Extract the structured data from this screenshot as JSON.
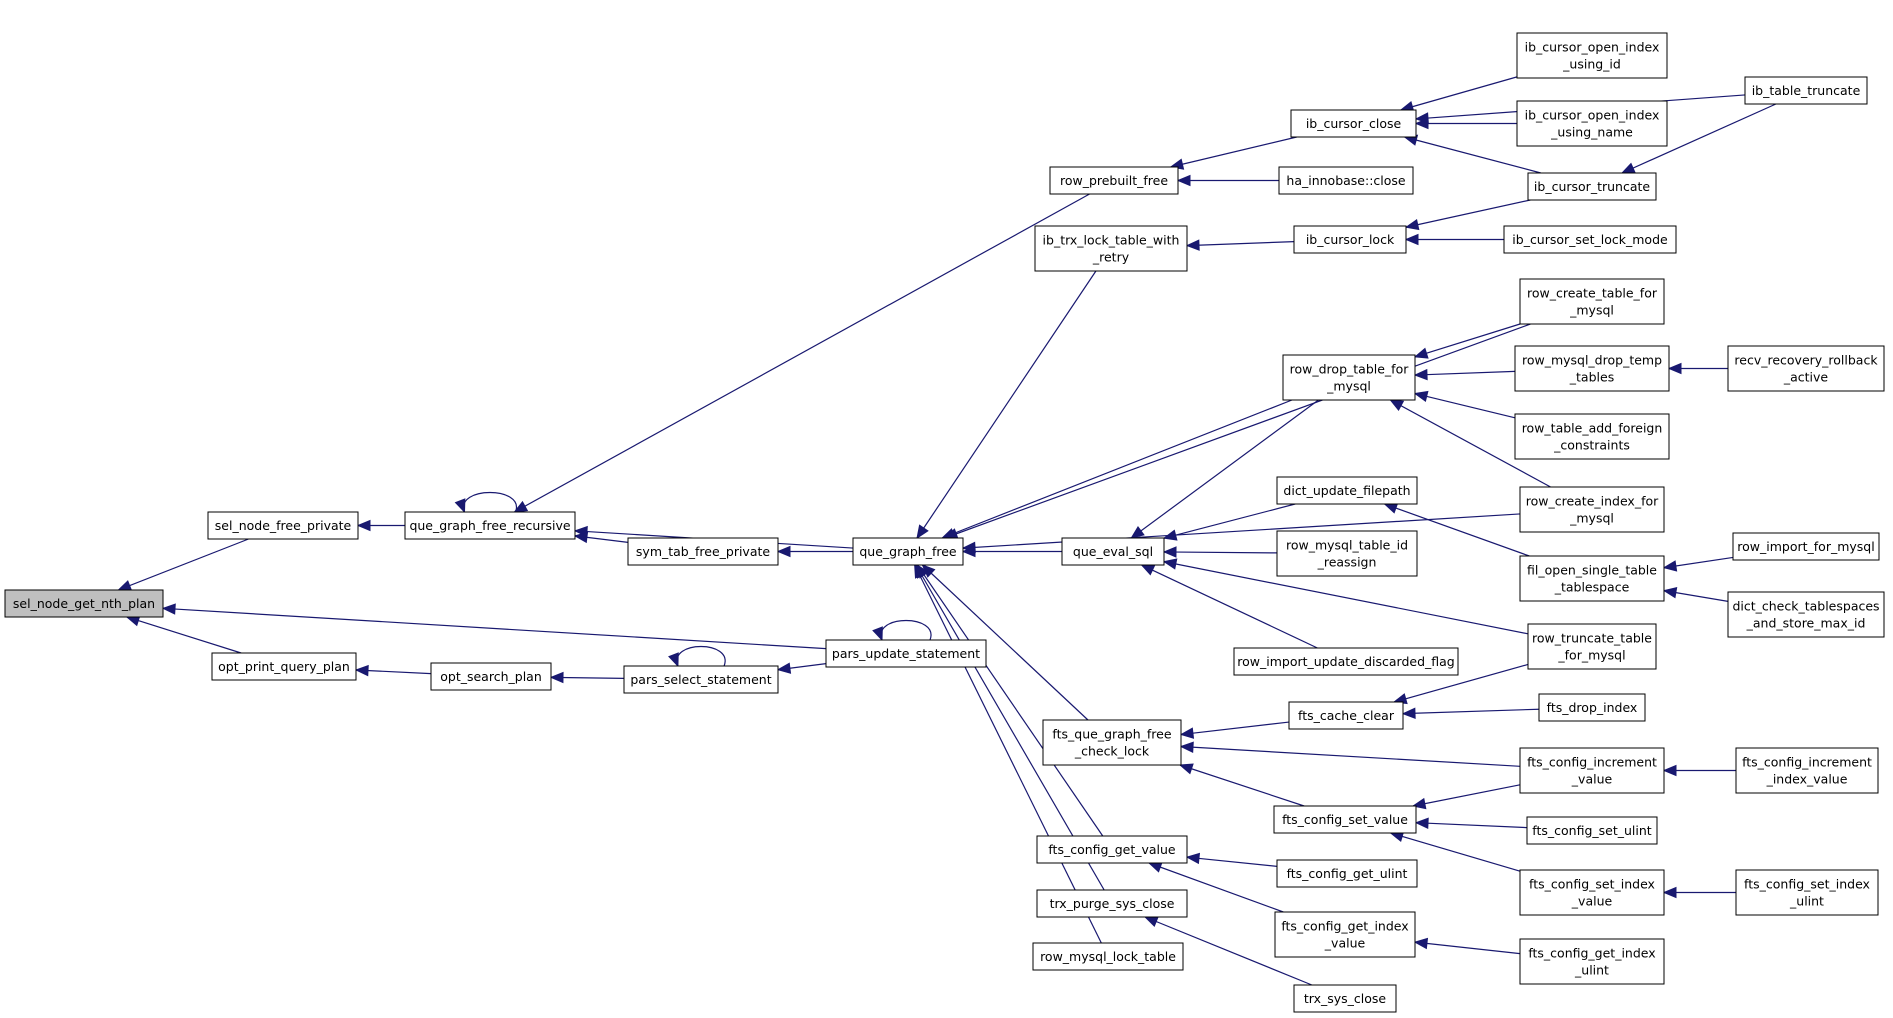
{
  "colors": {
    "edge": "#191970",
    "root_fill": "#bfbfbf",
    "node_fill": "#ffffff",
    "node_stroke": "#000000"
  },
  "root": "sel_node_get_nth_plan",
  "nodes": [
    {
      "id": "sel_node_get_nth_plan",
      "lines": [
        "sel_node_get_nth_plan"
      ]
    },
    {
      "id": "sel_node_free_private",
      "lines": [
        "sel_node_free_private"
      ]
    },
    {
      "id": "opt_print_query_plan",
      "lines": [
        "opt_print_query_plan"
      ]
    },
    {
      "id": "que_graph_free_recursive",
      "lines": [
        "que_graph_free_recursive"
      ]
    },
    {
      "id": "opt_search_plan",
      "lines": [
        "opt_search_plan"
      ]
    },
    {
      "id": "pars_select_statement",
      "lines": [
        "pars_select_statement"
      ]
    },
    {
      "id": "pars_update_statement",
      "lines": [
        "pars_update_statement"
      ]
    },
    {
      "id": "sym_tab_free_private",
      "lines": [
        "sym_tab_free_private"
      ]
    },
    {
      "id": "que_graph_free",
      "lines": [
        "que_graph_free"
      ]
    },
    {
      "id": "row_prebuilt_free",
      "lines": [
        "row_prebuilt_free"
      ]
    },
    {
      "id": "ib_trx_lock_table_with_retry",
      "lines": [
        "ib_trx_lock_table_with",
        "_retry"
      ]
    },
    {
      "id": "que_eval_sql",
      "lines": [
        "que_eval_sql"
      ]
    },
    {
      "id": "fts_que_graph_free_check_lock",
      "lines": [
        "fts_que_graph_free",
        "_check_lock"
      ]
    },
    {
      "id": "fts_config_get_value",
      "lines": [
        "fts_config_get_value"
      ]
    },
    {
      "id": "trx_purge_sys_close",
      "lines": [
        "trx_purge_sys_close"
      ]
    },
    {
      "id": "row_mysql_lock_table",
      "lines": [
        "row_mysql_lock_table"
      ]
    },
    {
      "id": "ib_cursor_close",
      "lines": [
        "ib_cursor_close"
      ]
    },
    {
      "id": "ha_innobase_close",
      "lines": [
        "ha_innobase::close"
      ]
    },
    {
      "id": "ib_cursor_lock",
      "lines": [
        "ib_cursor_lock"
      ]
    },
    {
      "id": "row_drop_table_for_mysql",
      "lines": [
        "row_drop_table_for",
        "_mysql"
      ]
    },
    {
      "id": "dict_update_filepath",
      "lines": [
        "dict_update_filepath"
      ]
    },
    {
      "id": "row_mysql_table_id_reassign",
      "lines": [
        "row_mysql_table_id",
        "_reassign"
      ]
    },
    {
      "id": "row_import_update_discarded_flag",
      "lines": [
        "row_import_update_discarded_flag"
      ]
    },
    {
      "id": "fts_cache_clear",
      "lines": [
        "fts_cache_clear"
      ]
    },
    {
      "id": "fts_config_set_value",
      "lines": [
        "fts_config_set_value"
      ]
    },
    {
      "id": "fts_config_get_ulint",
      "lines": [
        "fts_config_get_ulint"
      ]
    },
    {
      "id": "fts_config_get_index_value",
      "lines": [
        "fts_config_get_index",
        "_value"
      ]
    },
    {
      "id": "trx_sys_close",
      "lines": [
        "trx_sys_close"
      ]
    },
    {
      "id": "ib_cursor_open_index_using_id",
      "lines": [
        "ib_cursor_open_index",
        "_using_id"
      ]
    },
    {
      "id": "ib_cursor_open_index_using_name",
      "lines": [
        "ib_cursor_open_index",
        "_using_name"
      ]
    },
    {
      "id": "ib_cursor_truncate",
      "lines": [
        "ib_cursor_truncate"
      ]
    },
    {
      "id": "ib_cursor_set_lock_mode",
      "lines": [
        "ib_cursor_set_lock_mode"
      ]
    },
    {
      "id": "row_create_table_for_mysql",
      "lines": [
        "row_create_table_for",
        "_mysql"
      ]
    },
    {
      "id": "row_mysql_drop_temp_tables",
      "lines": [
        "row_mysql_drop_temp",
        "_tables"
      ]
    },
    {
      "id": "row_table_add_foreign_constraints",
      "lines": [
        "row_table_add_foreign",
        "_constraints"
      ]
    },
    {
      "id": "row_create_index_for_mysql",
      "lines": [
        "row_create_index_for",
        "_mysql"
      ]
    },
    {
      "id": "fil_open_single_table_tablespace",
      "lines": [
        "fil_open_single_table",
        "_tablespace"
      ]
    },
    {
      "id": "row_truncate_table_for_mysql",
      "lines": [
        "row_truncate_table",
        "_for_mysql"
      ]
    },
    {
      "id": "fts_drop_index",
      "lines": [
        "fts_drop_index"
      ]
    },
    {
      "id": "fts_config_increment_value",
      "lines": [
        "fts_config_increment",
        "_value"
      ]
    },
    {
      "id": "fts_config_set_ulint",
      "lines": [
        "fts_config_set_ulint"
      ]
    },
    {
      "id": "fts_config_set_index_value",
      "lines": [
        "fts_config_set_index",
        "_value"
      ]
    },
    {
      "id": "fts_config_get_index_ulint",
      "lines": [
        "fts_config_get_index",
        "_ulint"
      ]
    },
    {
      "id": "ib_table_truncate",
      "lines": [
        "ib_table_truncate"
      ]
    },
    {
      "id": "recv_recovery_rollback_active",
      "lines": [
        "recv_recovery_rollback",
        "_active"
      ]
    },
    {
      "id": "row_import_for_mysql",
      "lines": [
        "row_import_for_mysql"
      ]
    },
    {
      "id": "dict_check_tablespaces_and_store_max_id",
      "lines": [
        "dict_check_tablespaces",
        "_and_store_max_id"
      ]
    },
    {
      "id": "fts_config_increment_index_value",
      "lines": [
        "fts_config_increment",
        "_index_value"
      ]
    },
    {
      "id": "fts_config_set_index_ulint",
      "lines": [
        "fts_config_set_index",
        "_ulint"
      ]
    }
  ],
  "edges": [
    [
      "sel_node_free_private",
      "sel_node_get_nth_plan"
    ],
    [
      "opt_print_query_plan",
      "sel_node_get_nth_plan"
    ],
    [
      "pars_update_statement",
      "sel_node_get_nth_plan"
    ],
    [
      "que_graph_free_recursive",
      "sel_node_free_private"
    ],
    [
      "opt_search_plan",
      "opt_print_query_plan"
    ],
    [
      "pars_select_statement",
      "opt_search_plan"
    ],
    [
      "pars_update_statement",
      "pars_select_statement"
    ],
    [
      "pars_select_statement",
      "pars_select_statement"
    ],
    [
      "pars_update_statement",
      "pars_update_statement"
    ],
    [
      "que_graph_free_recursive",
      "que_graph_free_recursive"
    ],
    [
      "row_prebuilt_free",
      "que_graph_free_recursive"
    ],
    [
      "que_graph_free",
      "que_graph_free_recursive"
    ],
    [
      "sym_tab_free_private",
      "que_graph_free_recursive"
    ],
    [
      "que_graph_free",
      "sym_tab_free_private"
    ],
    [
      "ib_cursor_close",
      "row_prebuilt_free"
    ],
    [
      "ha_innobase_close",
      "row_prebuilt_free"
    ],
    [
      "ib_trx_lock_table_with_retry",
      "que_graph_free"
    ],
    [
      "que_eval_sql",
      "que_graph_free"
    ],
    [
      "row_drop_table_for_mysql",
      "que_graph_free"
    ],
    [
      "row_create_table_for_mysql",
      "que_graph_free"
    ],
    [
      "row_create_index_for_mysql",
      "que_graph_free"
    ],
    [
      "fts_que_graph_free_check_lock",
      "que_graph_free"
    ],
    [
      "fts_config_get_value",
      "que_graph_free"
    ],
    [
      "trx_purge_sys_close",
      "que_graph_free"
    ],
    [
      "row_mysql_lock_table",
      "que_graph_free"
    ],
    [
      "ib_cursor_lock",
      "ib_trx_lock_table_with_retry"
    ],
    [
      "ib_cursor_open_index_using_id",
      "ib_cursor_close"
    ],
    [
      "ib_cursor_open_index_using_name",
      "ib_cursor_close"
    ],
    [
      "ib_cursor_truncate",
      "ib_cursor_close"
    ],
    [
      "ib_table_truncate",
      "ib_cursor_close"
    ],
    [
      "ib_cursor_truncate",
      "ib_cursor_lock"
    ],
    [
      "ib_cursor_set_lock_mode",
      "ib_cursor_lock"
    ],
    [
      "ib_table_truncate",
      "ib_cursor_truncate"
    ],
    [
      "row_drop_table_for_mysql",
      "que_eval_sql"
    ],
    [
      "dict_update_filepath",
      "que_eval_sql"
    ],
    [
      "row_mysql_table_id_reassign",
      "que_eval_sql"
    ],
    [
      "row_import_update_discarded_flag",
      "que_eval_sql"
    ],
    [
      "row_truncate_table_for_mysql",
      "que_eval_sql"
    ],
    [
      "row_create_table_for_mysql",
      "row_drop_table_for_mysql"
    ],
    [
      "row_mysql_drop_temp_tables",
      "row_drop_table_for_mysql"
    ],
    [
      "row_table_add_foreign_constraints",
      "row_drop_table_for_mysql"
    ],
    [
      "row_create_index_for_mysql",
      "row_drop_table_for_mysql"
    ],
    [
      "recv_recovery_rollback_active",
      "row_mysql_drop_temp_tables"
    ],
    [
      "fil_open_single_table_tablespace",
      "dict_update_filepath"
    ],
    [
      "row_import_for_mysql",
      "fil_open_single_table_tablespace"
    ],
    [
      "dict_check_tablespaces_and_store_max_id",
      "fil_open_single_table_tablespace"
    ],
    [
      "fts_cache_clear",
      "fts_que_graph_free_check_lock"
    ],
    [
      "fts_config_increment_value",
      "fts_que_graph_free_check_lock"
    ],
    [
      "fts_config_set_value",
      "fts_que_graph_free_check_lock"
    ],
    [
      "row_truncate_table_for_mysql",
      "fts_cache_clear"
    ],
    [
      "fts_drop_index",
      "fts_cache_clear"
    ],
    [
      "fts_config_increment_index_value",
      "fts_config_increment_value"
    ],
    [
      "fts_config_increment_value",
      "fts_config_set_value"
    ],
    [
      "fts_config_set_ulint",
      "fts_config_set_value"
    ],
    [
      "fts_config_set_index_value",
      "fts_config_set_value"
    ],
    [
      "fts_config_set_index_ulint",
      "fts_config_set_index_value"
    ],
    [
      "fts_config_get_ulint",
      "fts_config_get_value"
    ],
    [
      "fts_config_get_index_value",
      "fts_config_get_value"
    ],
    [
      "fts_config_get_index_ulint",
      "fts_config_get_index_value"
    ],
    [
      "trx_sys_close",
      "trx_purge_sys_close"
    ]
  ]
}
